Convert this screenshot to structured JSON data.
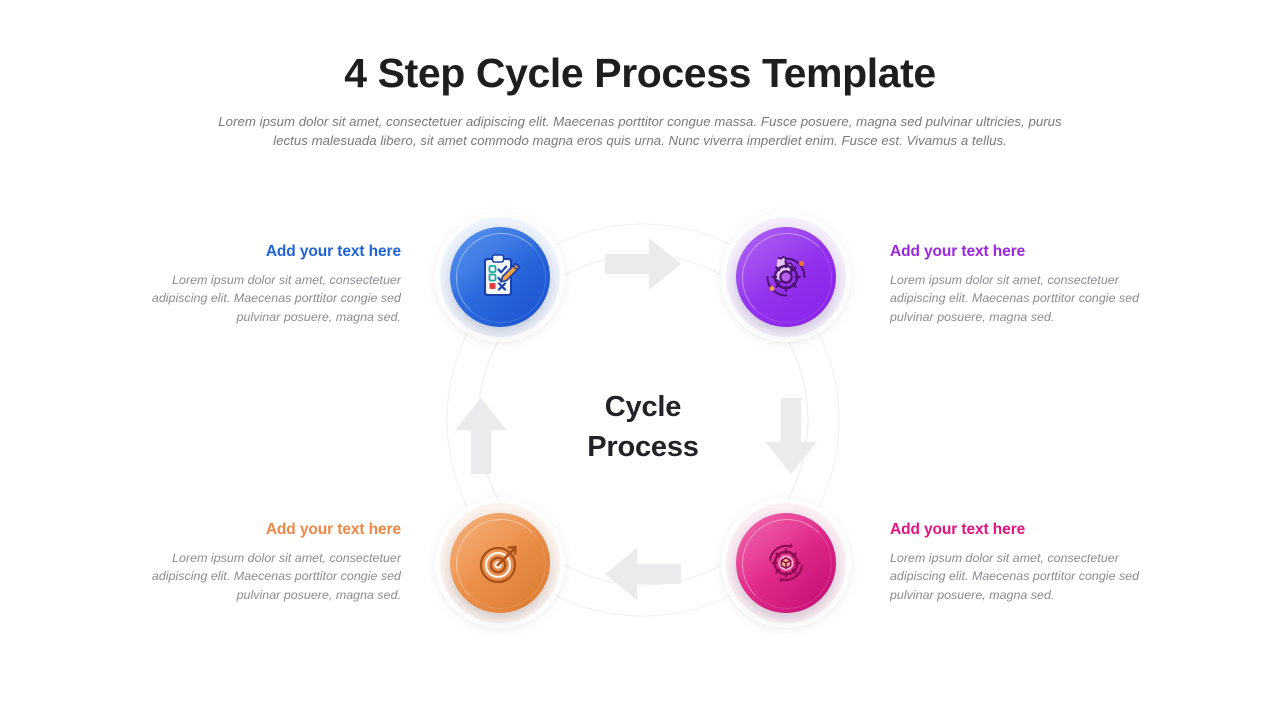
{
  "header": {
    "title": "4 Step Cycle Process Template",
    "subtitle": "Lorem ipsum dolor sit amet, consectetuer adipiscing elit. Maecenas porttitor congue massa. Fusce posuere, magna sed pulvinar ultricies, purus lectus malesuada libero, sit amet commodo magna eros quis urna. Nunc viverra imperdiet enim. Fusce est. Vivamus a tellus."
  },
  "diagram": {
    "center_line1": "Cycle",
    "center_line2": "Process",
    "flow_direction": "clockwise",
    "arrows": [
      {
        "name": "arrow-top",
        "direction": "right"
      },
      {
        "name": "arrow-right",
        "direction": "down"
      },
      {
        "name": "arrow-bottom",
        "direction": "left"
      },
      {
        "name": "arrow-left",
        "direction": "up"
      }
    ],
    "nodes": [
      {
        "position": "top-left",
        "icon": "clipboard-checklist-pencil-icon",
        "color": "#2e6fe0",
        "heading": "Add your text here",
        "body": "Lorem ipsum dolor sit amet, consectetuer adipiscing elit. Maecenas porttitor congie sed pulvinar posuere, magna sed."
      },
      {
        "position": "top-right",
        "icon": "gear-orbit-icon",
        "color": "#9436ee",
        "heading": "Add your text here",
        "body": "Lorem ipsum dolor sit amet, consectetuer adipiscing elit. Maecenas porttitor congie sed pulvinar posuere, magna sed."
      },
      {
        "position": "bottom-right",
        "icon": "gear-cube-refresh-icon",
        "color": "#e32d8c",
        "heading": "Add your text here",
        "body": "Lorem ipsum dolor sit amet, consectetuer adipiscing elit. Maecenas porttitor congie sed pulvinar posuere, magna sed."
      },
      {
        "position": "bottom-left",
        "icon": "target-arrow-icon",
        "color": "#ed914d",
        "heading": "Add your text here",
        "body": "Lorem ipsum dolor sit amet, consectetuer adipiscing elit. Maecenas porttitor congie sed pulvinar posuere, magna sed."
      }
    ]
  }
}
